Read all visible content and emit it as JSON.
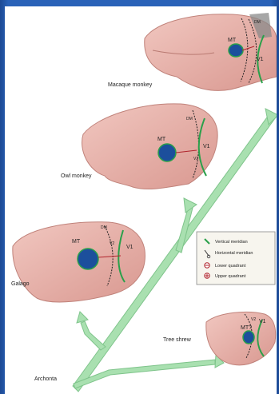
{
  "species": {
    "macaque": {
      "name": "Macaque monkey",
      "mt": "MT",
      "v1": "V1",
      "dm": "DM"
    },
    "owl": {
      "name": "Owl monkey",
      "mt": "MT",
      "v1": "V1",
      "v2": "V2",
      "dm": "DM"
    },
    "galago": {
      "name": "Galago",
      "mt": "MT",
      "v1": "V1",
      "v2": "V2",
      "dm": "DM"
    },
    "treeshrew": {
      "name": "Tree shrew",
      "mt": "MT?",
      "v1": "V1",
      "v2": "V2"
    },
    "root": {
      "name": "Archonta"
    }
  },
  "legend": {
    "items": [
      {
        "icon": "vertical-meridian-icon",
        "label": "Vertical meridian",
        "color": "#2aa04a"
      },
      {
        "icon": "horizontal-meridian-icon",
        "label": "Horizontal meridian",
        "color": "#333333"
      },
      {
        "icon": "lower-quadrant-icon",
        "label": "Lower quadrant",
        "color": "#b0242c"
      },
      {
        "icon": "upper-quadrant-icon",
        "label": "Upper quadrant",
        "color": "#b0242c"
      }
    ]
  },
  "colors": {
    "brain": "#e9b4ad",
    "mt": "#1c4f9c",
    "tree": "#a9e0b0",
    "frame": "#2a62b8"
  }
}
